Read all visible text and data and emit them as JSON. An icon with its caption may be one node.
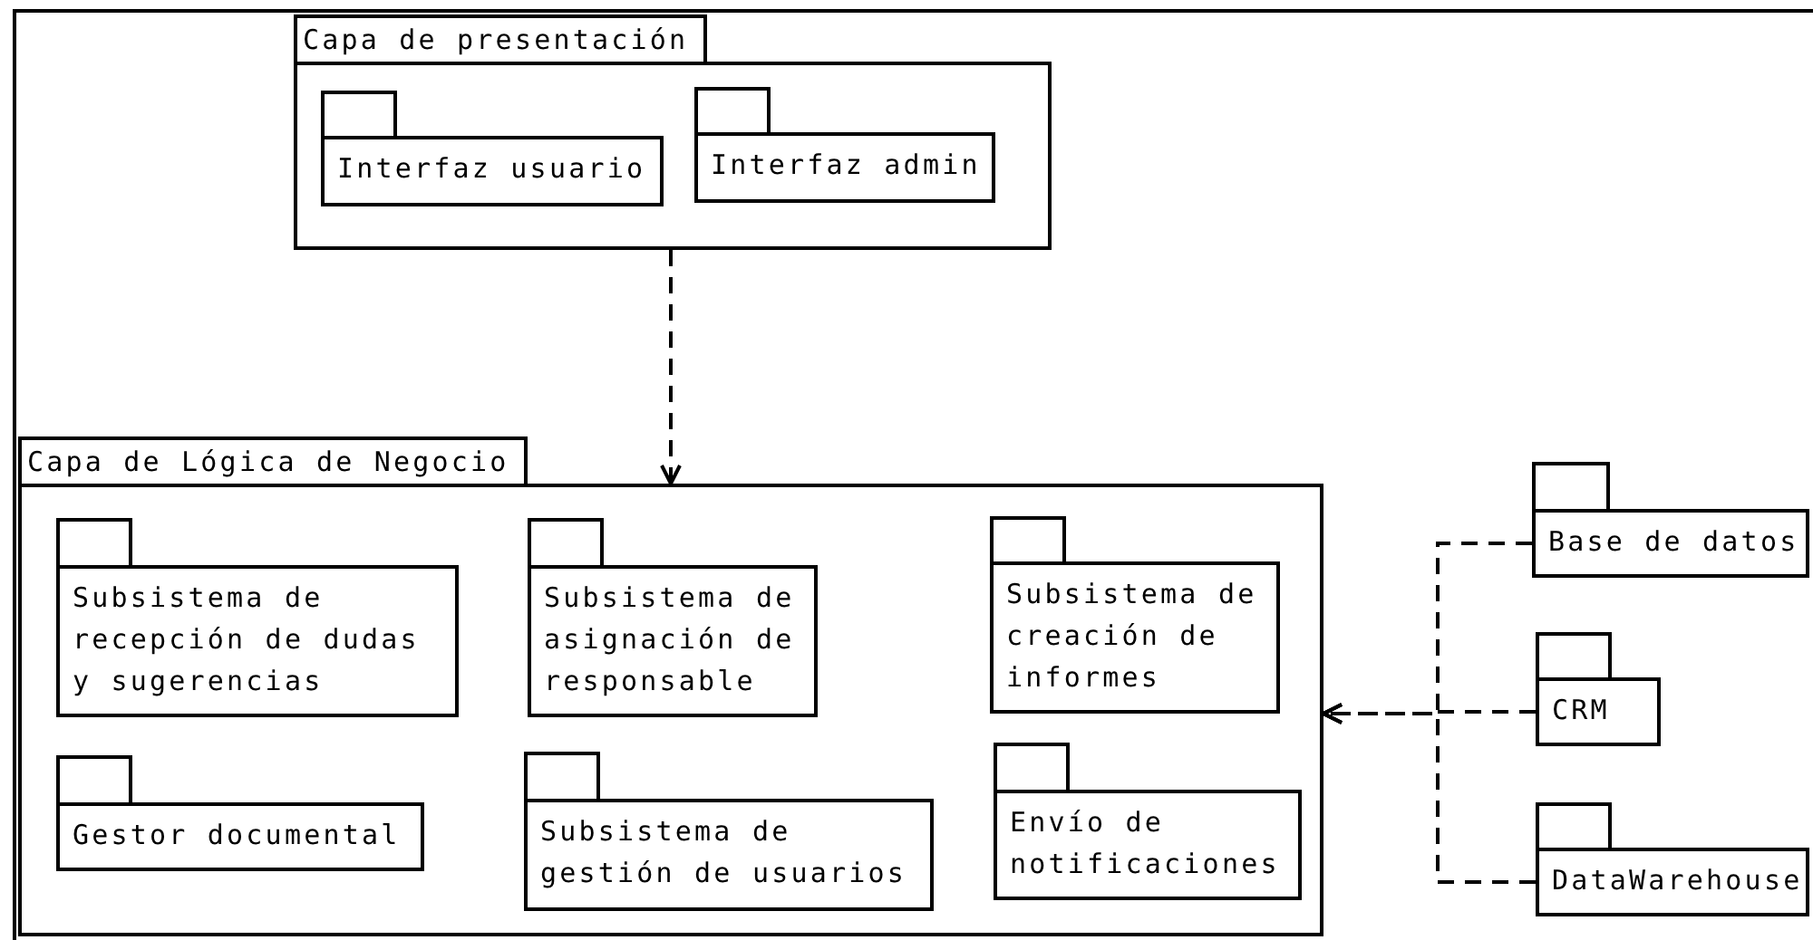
{
  "diagram": {
    "nodes": [
      {
        "text": [
          "Capa de presentación"
        ]
      },
      {
        "text": [
          "Interfaz usuario"
        ],
        "in": 0
      },
      {
        "text": [
          "Interfaz admin"
        ],
        "in": 0
      },
      {
        "text": [
          "Capa de Lógica de Negocio"
        ]
      },
      {
        "text": [
          "Subsistema de recepción de dudas y sugerencias"
        ],
        "in": 3
      },
      {
        "text": [
          "Subsistema de asignación de responsable"
        ],
        "in": 3
      },
      {
        "text": [
          "Subsistema de creación de informes"
        ],
        "in": 3
      },
      {
        "text": [
          "Gestor documental"
        ],
        "in": 3
      },
      {
        "text": [
          "Subsistema de gestión de usuarios"
        ],
        "in": 3
      },
      {
        "text": [
          "Envío de notificaciones"
        ],
        "in": 3
      },
      {
        "text": [
          "Base de datos"
        ]
      },
      {
        "text": [
          "CRM"
        ]
      },
      {
        "text": [
          "DataWarehouse"
        ]
      }
    ],
    "edges": [
      {
        "from": 0,
        "to": 3,
        "arrow": "to",
        "style": "dashed"
      },
      {
        "from": 10,
        "to": 3,
        "arrow": "to",
        "style": "dashed"
      },
      {
        "from": 11,
        "to": 3,
        "arrow": "to",
        "style": "dashed"
      },
      {
        "from": 12,
        "to": 3,
        "arrow": "to",
        "style": "dashed"
      }
    ]
  }
}
